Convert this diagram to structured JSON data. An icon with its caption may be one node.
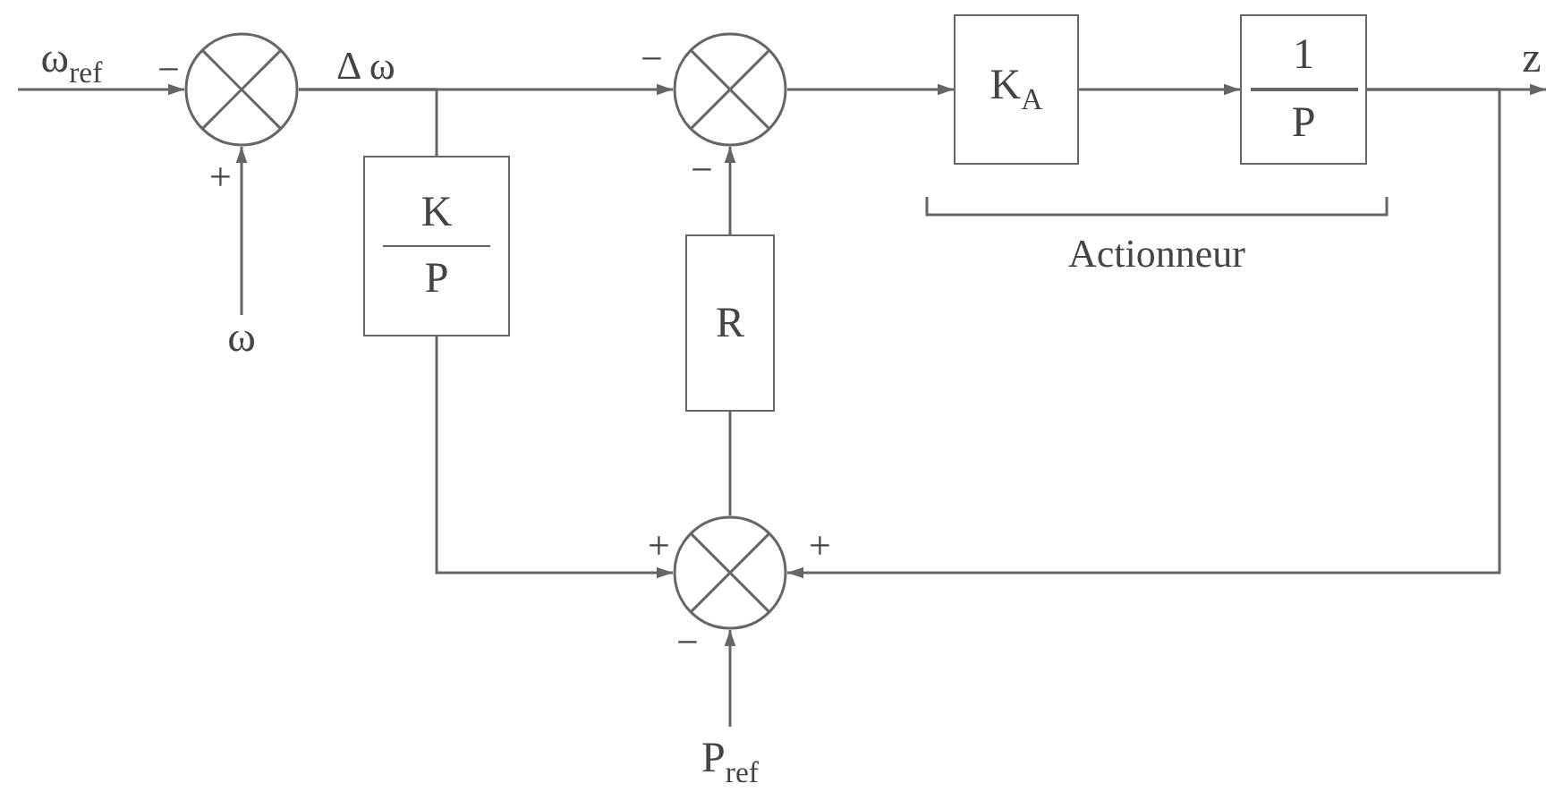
{
  "diagram": {
    "nodes": [
      {
        "text": [
          "ω$_{ref}$"
        ]
      },
      {
        "text": [],
        "shape": "circle"
      },
      {
        "text": [
          "ω"
        ]
      },
      {
        "text": [
          "K",
          "P"
        ]
      },
      {
        "text": [],
        "shape": "circle"
      },
      {
        "text": [
          "R"
        ]
      },
      {
        "text": [
          "K$_{A}$"
        ]
      },
      {
        "text": [
          "1",
          "P"
        ]
      },
      {
        "text": [
          "z"
        ]
      },
      {
        "text": [],
        "shape": "circle"
      },
      {
        "text": [
          "P$_{ref}$"
        ]
      }
    ],
    "edges": [
      {
        "from": 0,
        "to": 1,
        "arrow": "to"
      },
      {
        "from": 2,
        "to": 1,
        "arrow": "to"
      },
      {
        "from": 1,
        "to": 4,
        "arrow": "to",
        "label": "Δ ω"
      },
      {
        "from": 1,
        "to": 3,
        "arrow": "none"
      },
      {
        "from": 4,
        "to": 6,
        "arrow": "to"
      },
      {
        "from": 6,
        "to": 7,
        "arrow": "to"
      },
      {
        "from": 7,
        "to": 8,
        "arrow": "to"
      },
      {
        "from": 7,
        "to": 9,
        "arrow": "to"
      },
      {
        "from": 3,
        "to": 9,
        "arrow": "to"
      },
      {
        "from": 9,
        "to": 5,
        "arrow": "none"
      },
      {
        "from": 5,
        "to": 4,
        "arrow": "to"
      },
      {
        "from": 10,
        "to": 9,
        "arrow": "to"
      }
    ],
    "labels": [
      "−",
      "−",
      "−",
      "+",
      "Actionneur",
      "+",
      "+",
      "−"
    ]
  }
}
